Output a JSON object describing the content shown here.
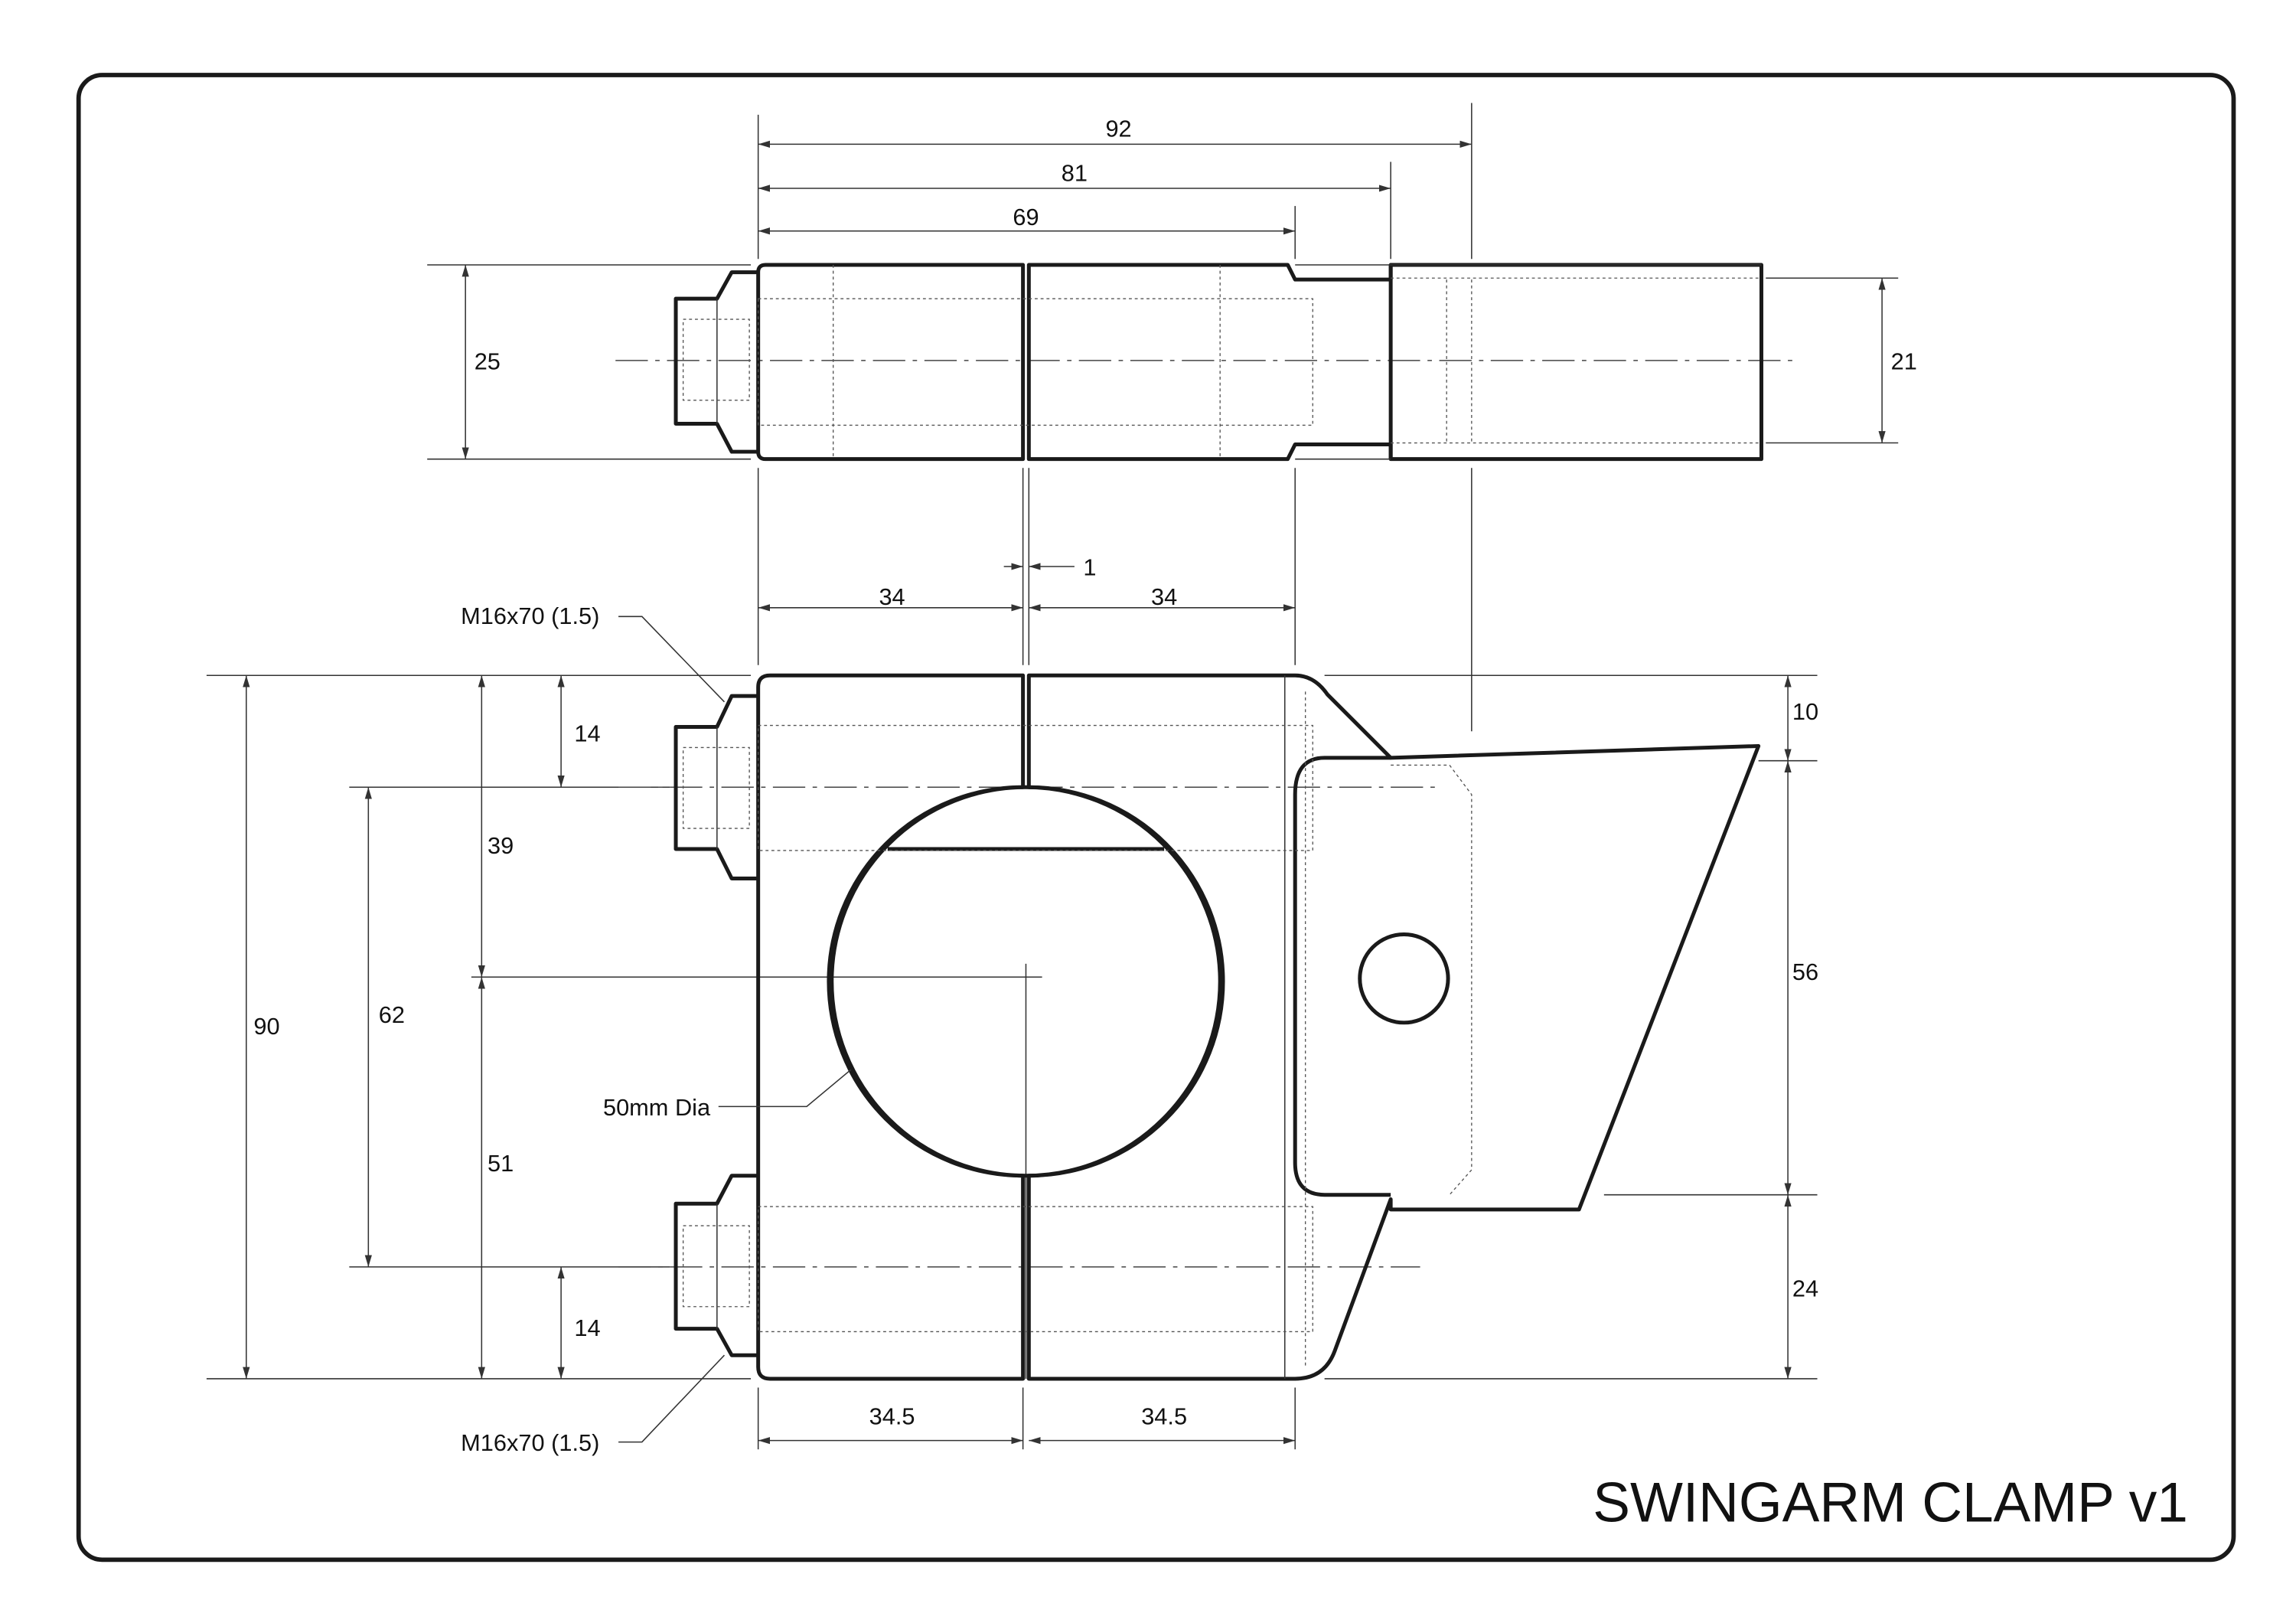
{
  "drawing": {
    "title": "SWINGARM CLAMP v1",
    "top_view_dimensions": {
      "overall_92": "92",
      "length_81": "81",
      "length_69": "69",
      "height_25": "25",
      "height_21": "21"
    },
    "front_view_dimensions": {
      "gap_1": "1",
      "upper_left_34": "34",
      "upper_right_34": "34",
      "lower_left_34_5": "34.5",
      "lower_right_34_5": "34.5",
      "total_height_90": "90",
      "bolt_spacing_62": "62",
      "upper_39": "39",
      "lower_51": "51",
      "bolt_top_14": "14",
      "bolt_bottom_14": "14",
      "right_top_10": "10",
      "right_mid_56": "56",
      "right_bottom_24": "24"
    },
    "callouts": {
      "bolt_top": "M16x70 (1.5)",
      "bolt_bottom": "M16x70 (1.5)",
      "bore": "50mm Dia"
    }
  }
}
